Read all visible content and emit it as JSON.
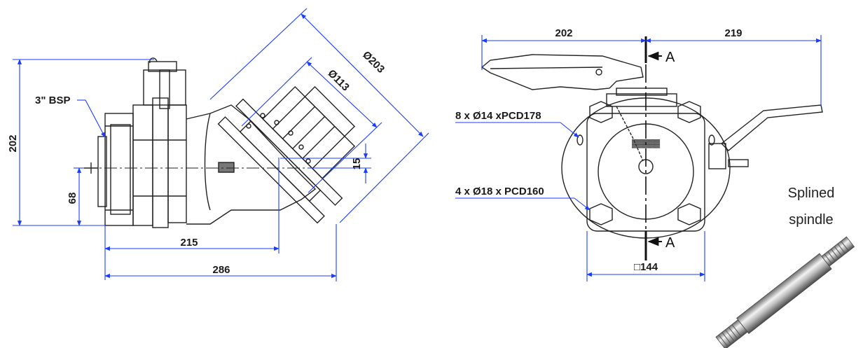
{
  "colors": {
    "dimension": "#1a3cff",
    "drawing": "#222222",
    "text": "#1a1a1a"
  },
  "side_view": {
    "thread_label": "3\" BSP",
    "dim_height": "202",
    "dim_center": "68",
    "dim_offset": "15",
    "dim_length_inner": "215",
    "dim_length_outer": "286",
    "dim_outlet_dia_large": "Ø203",
    "dim_outlet_dia_small": "Ø113"
  },
  "front_view": {
    "dim_left": "202",
    "dim_right": "219",
    "section_mark_top": "A",
    "section_mark_bottom": "A",
    "hole_pattern_1": "8 x Ø14 xPCD178",
    "hole_pattern_2": "4 x Ø18 x PCD160",
    "dim_square": "□144"
  },
  "spindle": {
    "caption_line1": "Splined",
    "caption_line2": "spindle"
  }
}
